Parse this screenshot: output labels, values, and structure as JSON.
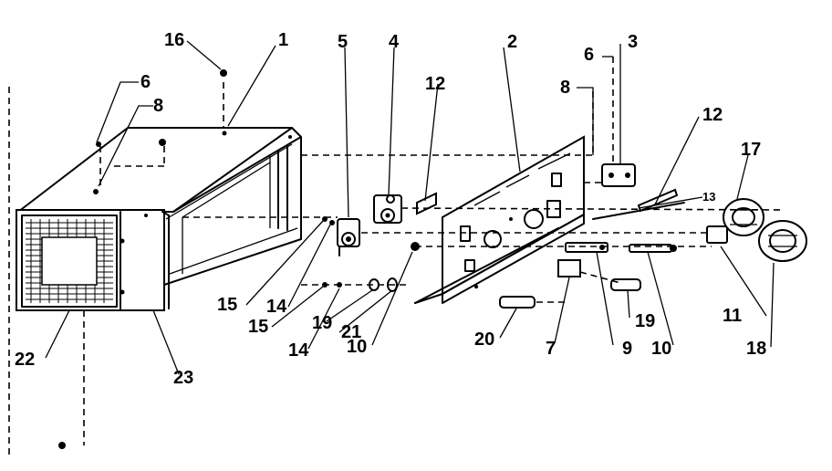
{
  "callouts": {
    "c1": "1",
    "c2": "2",
    "c3": "3",
    "c4": "4",
    "c5": "5",
    "c6a": "6",
    "c6b": "6",
    "c7": "7",
    "c8a": "8",
    "c8b": "8",
    "c9": "9",
    "c10a": "10",
    "c10b": "10",
    "c11": "11",
    "c12a": "12",
    "c12b": "12",
    "c13": "13",
    "c14a": "14",
    "c14b": "14",
    "c15a": "15",
    "c15b": "15",
    "c16": "16",
    "c17": "17",
    "c18": "18",
    "c19a": "19",
    "c19b": "19",
    "c20": "20",
    "c21": "21",
    "c22": "22",
    "c23": "23"
  }
}
